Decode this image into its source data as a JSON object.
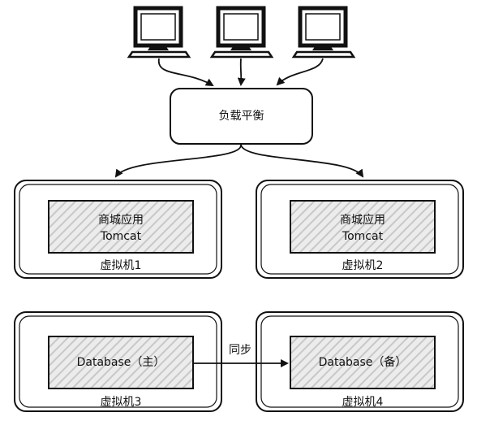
{
  "load_balancer": {
    "label": "负载平衡"
  },
  "vm1": {
    "label": "虚拟机1",
    "app_line1": "商城应用",
    "app_line2": "Tomcat"
  },
  "vm2": {
    "label": "虚拟机2",
    "app_line1": "商城应用",
    "app_line2": "Tomcat"
  },
  "vm3": {
    "label": "虚拟机3",
    "db_label": "Database（主）"
  },
  "vm4": {
    "label": "虚拟机4",
    "db_label": "Database（备）"
  },
  "sync": {
    "label": "同步"
  },
  "clients": {
    "count": 3,
    "icon": "computer-monitor-icon"
  },
  "colors": {
    "stroke": "#111111",
    "hatch": "#c8c8c8",
    "fill_hatch_bg": "#ececec"
  }
}
